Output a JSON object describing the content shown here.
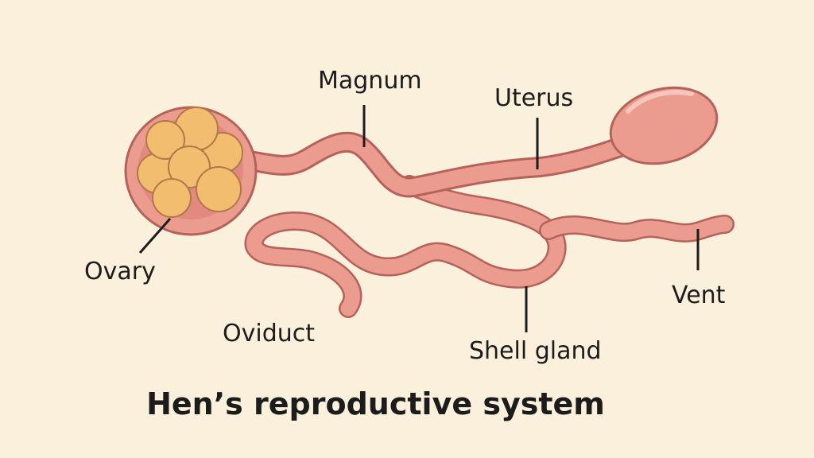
{
  "title": "Hen’s reproductive system",
  "labels": {
    "magnum": "Magnum",
    "uterus": "Uterus",
    "ovary": "Ovary",
    "oviduct": "Oviduct",
    "shell_gland": "Shell gland",
    "vent": "Vent"
  },
  "colors": {
    "background": "#fbf0dc",
    "tissue": "#eb9c8f",
    "tissue_outline": "#b5625a",
    "yolk": "#f2bd6e"
  }
}
